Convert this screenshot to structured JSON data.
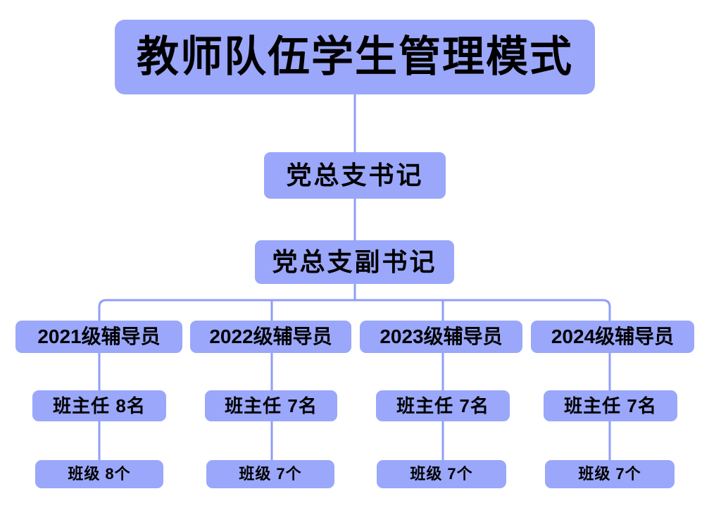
{
  "meta": {
    "chart_title": "教师队伍学生管理模式",
    "box_fill_color": "#9aa7fa",
    "connector_color": "#8f9ef8",
    "background_color": "#ffffff",
    "text_color": "#000000"
  },
  "levels": {
    "title": {
      "label": "教师队伍学生管理模式"
    },
    "level2": {
      "label": "党总支书记"
    },
    "level3": {
      "label": "党总支副书记"
    }
  },
  "branches": [
    {
      "counselor": "2021级辅导员",
      "head_teacher": "班主任  8名",
      "classes": "班级  8个",
      "head_teacher_count": 8,
      "class_count": 8,
      "grade": "2021"
    },
    {
      "counselor": "2022级辅导员",
      "head_teacher": "班主任  7名",
      "classes": "班级  7个",
      "head_teacher_count": 7,
      "class_count": 7,
      "grade": "2022"
    },
    {
      "counselor": "2023级辅导员",
      "head_teacher": "班主任  7名",
      "classes": "班级  7个",
      "head_teacher_count": 7,
      "class_count": 7,
      "grade": "2023"
    },
    {
      "counselor": "2024级辅导员",
      "head_teacher": "班主任  7名",
      "classes": "班级  7个",
      "head_teacher_count": 7,
      "class_count": 7,
      "grade": "2024"
    }
  ]
}
